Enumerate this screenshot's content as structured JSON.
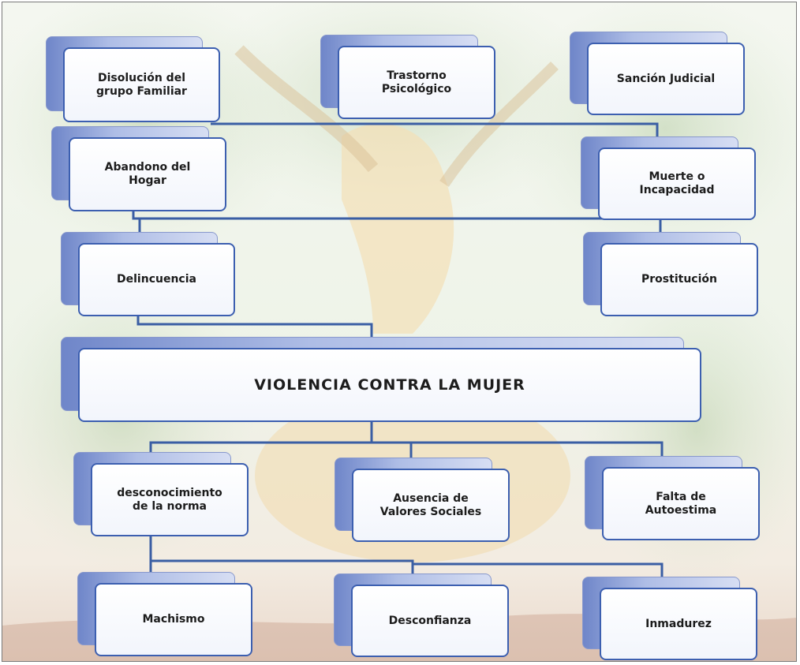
{
  "diagram": {
    "title": "VIOLENCIA  CONTRA  LA  MUJER",
    "effects": [
      {
        "id": "disolucion",
        "label": "Disolución del\ngrupo  Familiar"
      },
      {
        "id": "trastorno",
        "label": "Trastorno\nPsicológico"
      },
      {
        "id": "sancion",
        "label": "Sanción Judicial"
      },
      {
        "id": "abandono",
        "label": "Abandono del\nHogar"
      },
      {
        "id": "muerte",
        "label": "Muerte o\nIncapacidad"
      },
      {
        "id": "delincuencia",
        "label": "Delincuencia"
      },
      {
        "id": "prostitucion",
        "label": "Prostitución"
      }
    ],
    "causes": [
      {
        "id": "desconocimiento",
        "label": "desconocimiento\nde la norma"
      },
      {
        "id": "ausencia",
        "label": "Ausencia de\nValores  Sociales"
      },
      {
        "id": "falta",
        "label": "Falta de\nAutoestima"
      }
    ],
    "root_causes": [
      {
        "id": "machismo",
        "label": "Machismo"
      },
      {
        "id": "desconfianza",
        "label": "Desconfianza"
      },
      {
        "id": "inmadurez",
        "label": "Inmadurez"
      }
    ]
  },
  "colors": {
    "node_border": "#3c5fb0",
    "node_shadow": "#6f86c9",
    "connector": "#3a5ea4",
    "text": "#1c1c1c"
  },
  "background_image": "tree-and-woman-illustration"
}
